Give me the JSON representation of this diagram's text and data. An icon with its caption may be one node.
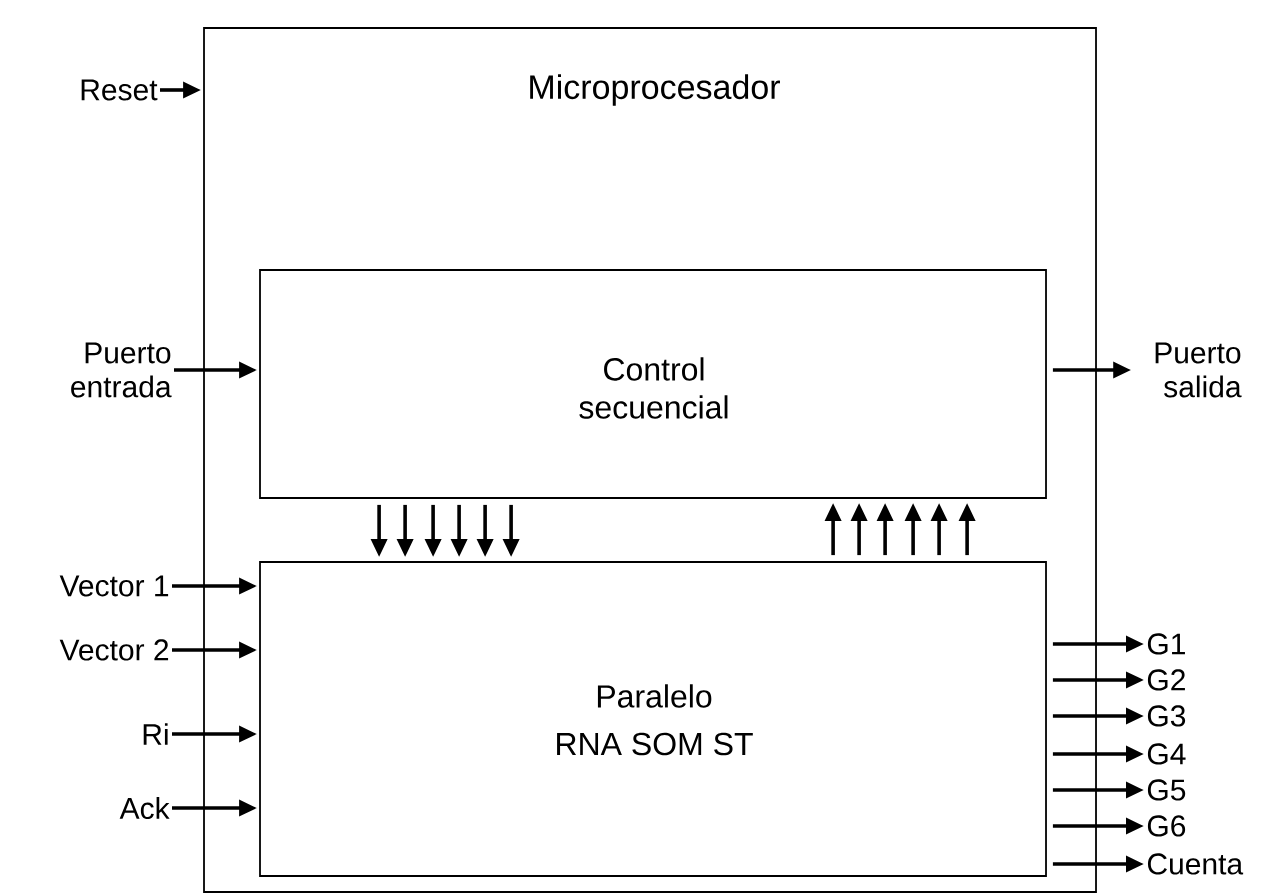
{
  "diagram": {
    "nodes": [
      {
        "text": [
          "Microprocesador"
        ]
      },
      {
        "text": [
          "Control secuencial"
        ],
        "in": 0
      },
      {
        "text": [
          "Paralelo",
          "RNA SOM ST"
        ],
        "in": 0
      },
      {
        "text": [
          "Reset"
        ]
      },
      {
        "text": [
          "Puerto entrada"
        ]
      },
      {
        "text": [
          "Puerto salida"
        ]
      },
      {
        "text": [
          "Vector 1"
        ]
      },
      {
        "text": [
          "Vector 2"
        ]
      },
      {
        "text": [
          "Ri"
        ]
      },
      {
        "text": [
          "Ack"
        ]
      },
      {
        "text": [
          "G1"
        ]
      },
      {
        "text": [
          "G2"
        ]
      },
      {
        "text": [
          "G3"
        ]
      },
      {
        "text": [
          "G4"
        ]
      },
      {
        "text": [
          "G5"
        ]
      },
      {
        "text": [
          "G6"
        ]
      },
      {
        "text": [
          "Cuenta"
        ]
      }
    ],
    "edges": [
      {
        "from": 3,
        "to": 0,
        "arrow": "to"
      },
      {
        "from": 4,
        "to": 1,
        "arrow": "to"
      },
      {
        "from": 1,
        "to": 5,
        "arrow": "to"
      },
      {
        "from": 1,
        "to": 2,
        "arrow": "to"
      },
      {
        "from": 1,
        "to": 2,
        "arrow": "to"
      },
      {
        "from": 1,
        "to": 2,
        "arrow": "to"
      },
      {
        "from": 1,
        "to": 2,
        "arrow": "to"
      },
      {
        "from": 1,
        "to": 2,
        "arrow": "to"
      },
      {
        "from": 1,
        "to": 2,
        "arrow": "to"
      },
      {
        "from": 2,
        "to": 1,
        "arrow": "to"
      },
      {
        "from": 2,
        "to": 1,
        "arrow": "to"
      },
      {
        "from": 2,
        "to": 1,
        "arrow": "to"
      },
      {
        "from": 2,
        "to": 1,
        "arrow": "to"
      },
      {
        "from": 2,
        "to": 1,
        "arrow": "to"
      },
      {
        "from": 2,
        "to": 1,
        "arrow": "to"
      },
      {
        "from": 6,
        "to": 2,
        "arrow": "to"
      },
      {
        "from": 7,
        "to": 2,
        "arrow": "to"
      },
      {
        "from": 8,
        "to": 2,
        "arrow": "to"
      },
      {
        "from": 9,
        "to": 2,
        "arrow": "to"
      },
      {
        "from": 2,
        "to": 10,
        "arrow": "to"
      },
      {
        "from": 2,
        "to": 11,
        "arrow": "to"
      },
      {
        "from": 2,
        "to": 12,
        "arrow": "to"
      },
      {
        "from": 2,
        "to": 13,
        "arrow": "to"
      },
      {
        "from": 2,
        "to": 14,
        "arrow": "to"
      },
      {
        "from": 2,
        "to": 15,
        "arrow": "to"
      },
      {
        "from": 2,
        "to": 16,
        "arrow": "to"
      }
    ]
  }
}
